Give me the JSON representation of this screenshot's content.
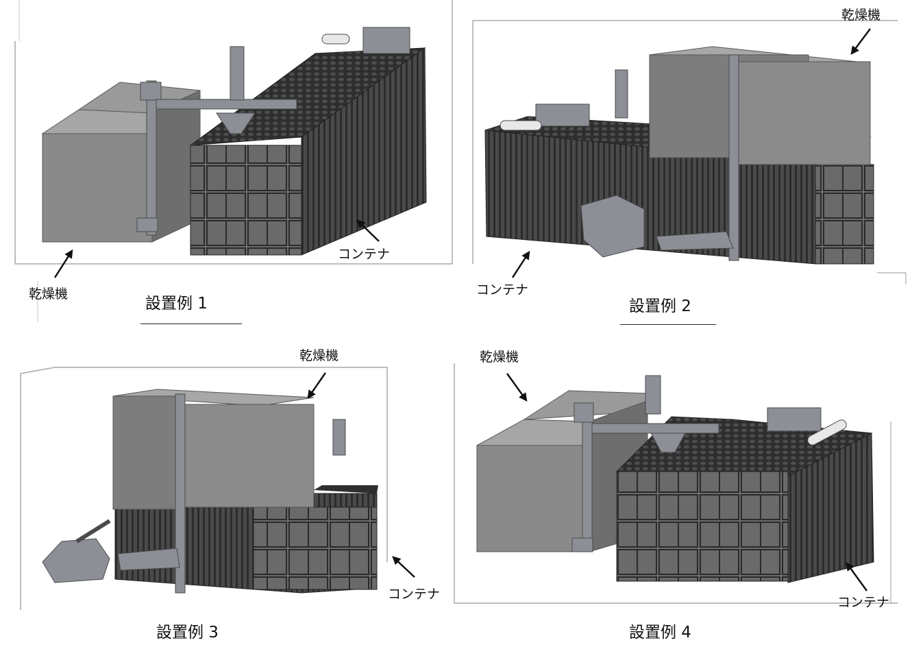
{
  "examples": [
    {
      "caption": "設置例 1",
      "dryer_label": "乾燥機",
      "container_label": "コンテナ"
    },
    {
      "caption": "設置例 2",
      "dryer_label": "乾燥機",
      "container_label": "コンテナ"
    },
    {
      "caption": "設置例 3",
      "dryer_label": "乾燥機",
      "container_label": "コンテナ"
    },
    {
      "caption": "設置例 4",
      "dryer_label": "乾燥機",
      "container_label": "コンテナ"
    }
  ],
  "colors": {
    "frame": "#a9a9a9",
    "dryer": "#808080",
    "container": "#3f3f3f",
    "pipe": "#8c8f96",
    "arrow": "#111111"
  }
}
